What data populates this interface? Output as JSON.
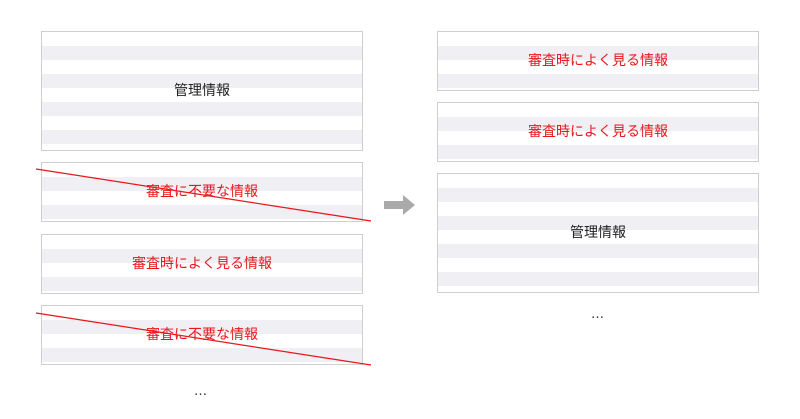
{
  "colors": {
    "panel_border": "#cfcfcf",
    "stripe": "#efeff4",
    "accent_red": "#e8171a",
    "arrow": "#aaaaaa",
    "text": "#222222"
  },
  "before": {
    "panels": [
      {
        "label": "管理情報",
        "style": "normal",
        "struck": false
      },
      {
        "label": "審査に不要な情報",
        "style": "red",
        "struck": true
      },
      {
        "label": "審査時によく見る情報",
        "style": "red",
        "struck": false
      },
      {
        "label": "審査に不要な情報",
        "style": "red",
        "struck": true
      }
    ],
    "ellipsis": "…"
  },
  "arrow_icon": "right-arrow-icon",
  "after": {
    "panels": [
      {
        "label": "審査時によく見る情報",
        "style": "red"
      },
      {
        "label": "審査時によく見る情報",
        "style": "red"
      },
      {
        "label": "管理情報",
        "style": "normal"
      }
    ],
    "ellipsis": "…"
  }
}
